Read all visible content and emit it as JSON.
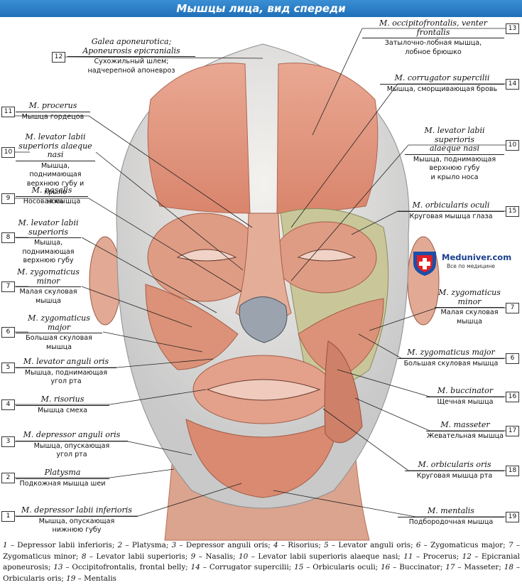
{
  "title": "Мышцы лица, вид спереди",
  "logo": {
    "name": "Meduniver.com",
    "tagline": "Все по медицине"
  },
  "labels": [
    {
      "id": "12",
      "lat": "Galea aponeurotica;\nAponeurosis epicranialis",
      "ru": "Сухожильный шлем;\nнадчерепной апоневроз"
    },
    {
      "id": "11",
      "lat": "M. procerus",
      "ru": "Мышца гордецов"
    },
    {
      "id": "10L",
      "num": "10",
      "lat": "M. levator labii\nsuperioris alaeque nasi",
      "ru": "Мышца, поднимающая\nверхнюю губу и крыло\nноса"
    },
    {
      "id": "9",
      "lat": "M. nasalis",
      "ru": "Носовая мышца"
    },
    {
      "id": "8",
      "lat": "M. levator labii\nsuperioris",
      "ru": "Мышца,\nподнимающая\nверхнюю губу"
    },
    {
      "id": "7L",
      "num": "7",
      "lat": "M. zygomaticus\nminor",
      "ru": "Малая скуловая\nмышца"
    },
    {
      "id": "6L",
      "num": "6",
      "lat": "M. zygomaticus\nmajor",
      "ru": "Большая скуловая\nмышца"
    },
    {
      "id": "5",
      "lat": "M. levator anguli oris",
      "ru": "Мышца, поднимающая\nугол рта"
    },
    {
      "id": "4",
      "lat": "M. risorius",
      "ru": "Мышца смеха"
    },
    {
      "id": "3",
      "lat": "M. depressor anguli oris",
      "ru": "Мышца, опускающая\nугол рта"
    },
    {
      "id": "2",
      "lat": "Platysma",
      "ru": "Подкожная мышца шеи"
    },
    {
      "id": "1",
      "lat": "M. depressor labii inferioris",
      "ru": "Мышца, опускающая\nнижнюю губу"
    },
    {
      "id": "13",
      "lat": "M. occipitofrontalis, venter frontalis",
      "ru": "Затылочно-лобная мышца,\nлобное брюшко"
    },
    {
      "id": "14",
      "lat": "M. corrugator supercilii",
      "ru": "Мышца, сморщивающая бровь"
    },
    {
      "id": "10R",
      "num": "10",
      "lat": "M. levator labii superioris\nalaeque nasi",
      "ru": "Мышца, поднимающая\nверхнюю губу\nи крыло носа"
    },
    {
      "id": "15",
      "lat": "M. orbicularis oculi",
      "ru": "Круговая мышца глаза"
    },
    {
      "id": "7R",
      "num": "7",
      "lat": "M. zygomaticus\nminor",
      "ru": "Малая скуловая\nмышца"
    },
    {
      "id": "6R",
      "num": "6",
      "lat": "M. zygomaticus major",
      "ru": "Большая скуловая мышца"
    },
    {
      "id": "16",
      "lat": "M. buccinator",
      "ru": "Щечная мышца"
    },
    {
      "id": "17",
      "lat": "M. masseter",
      "ru": "Жевательная мышца"
    },
    {
      "id": "18",
      "lat": "M. orbicularis oris",
      "ru": "Круговая мышца рта"
    },
    {
      "id": "19",
      "lat": "M. mentalis",
      "ru": "Подбородочная мышца"
    }
  ],
  "legend": [
    {
      "n": "1",
      "t": "Depressor labii inferioris;"
    },
    {
      "n": "2",
      "t": "Platysma;"
    },
    {
      "n": "3",
      "t": "Depressor anguli oris;"
    },
    {
      "n": "4",
      "t": "Risorius;"
    },
    {
      "n": "5",
      "t": "Levator anguli oris;"
    },
    {
      "n": "6",
      "t": "Zygomaticus major;"
    },
    {
      "n": "7",
      "t": "Zygomaticus minor;"
    },
    {
      "n": "8",
      "t": "Levator labii superioris;"
    },
    {
      "n": "9",
      "t": "Nasalis;"
    },
    {
      "n": "10",
      "t": "Levator labii superioris alaeque nasi;"
    },
    {
      "n": "11",
      "t": "Procerus;"
    },
    {
      "n": "12",
      "t": "Epicranial aponeurosis;"
    },
    {
      "n": "13",
      "t": "Occipitofrontalis, frontal belly;"
    },
    {
      "n": "14",
      "t": "Corrugator supercilii;"
    },
    {
      "n": "15",
      "t": "Orbicularis oculi;"
    },
    {
      "n": "16",
      "t": "Buccinator;"
    },
    {
      "n": "17",
      "t": "Masseter;"
    },
    {
      "n": "18",
      "t": "Orbicularis oris;"
    },
    {
      "n": "19",
      "t": "Mentalis"
    }
  ]
}
